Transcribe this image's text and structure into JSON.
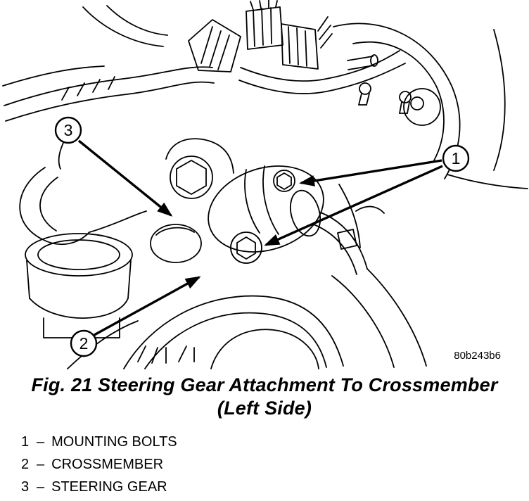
{
  "figure": {
    "caption": "Fig. 21 Steering Gear Attachment To Crossmember",
    "caption_sub": "(Left Side)",
    "ref_code": "80b243b6"
  },
  "legend": {
    "separator": "–",
    "items": [
      {
        "number": "1",
        "label": "MOUNTING BOLTS"
      },
      {
        "number": "2",
        "label": "CROSSMEMBER"
      },
      {
        "number": "3",
        "label": "STEERING GEAR"
      }
    ]
  },
  "colors": {
    "ink": "#000000",
    "background": "#ffffff"
  }
}
